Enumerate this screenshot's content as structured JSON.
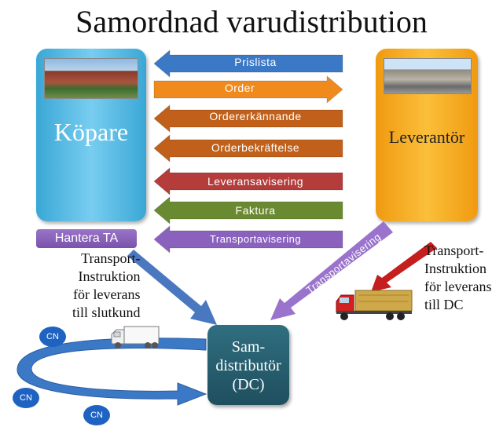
{
  "title": "Samordnad varudistribution",
  "buyer": {
    "label": "Köpare"
  },
  "supplier": {
    "label": "Leverantör"
  },
  "flows": [
    {
      "label": "Prislista",
      "direction": "left",
      "color": "#3b78c6"
    },
    {
      "label": "Order",
      "direction": "right",
      "color": "#f08a1c"
    },
    {
      "label": "Ordererkännande",
      "direction": "left",
      "color": "#c0601a"
    },
    {
      "label": "Orderbekräftelse",
      "direction": "left",
      "color": "#c0601a"
    },
    {
      "label": "Leveransavisering",
      "direction": "left",
      "color": "#b43c3a"
    },
    {
      "label": "Faktura",
      "direction": "left",
      "color": "#6a8a32"
    },
    {
      "label": "Transportavisering",
      "direction": "left",
      "color": "#8a62be"
    }
  ],
  "handle_ta": "Hantera TA",
  "diagonal_label": "Transportavisering",
  "note_left": "Transport-\nInstruktion\nför leverans\ntill slutkund",
  "note_right": "Transport-\nInstruktion\nför leverans\ntill DC",
  "dc": {
    "line1": "Sam-",
    "line2": "distributör",
    "line3": "(DC)"
  },
  "customers": [
    "CN",
    "CN",
    "CN"
  ]
}
